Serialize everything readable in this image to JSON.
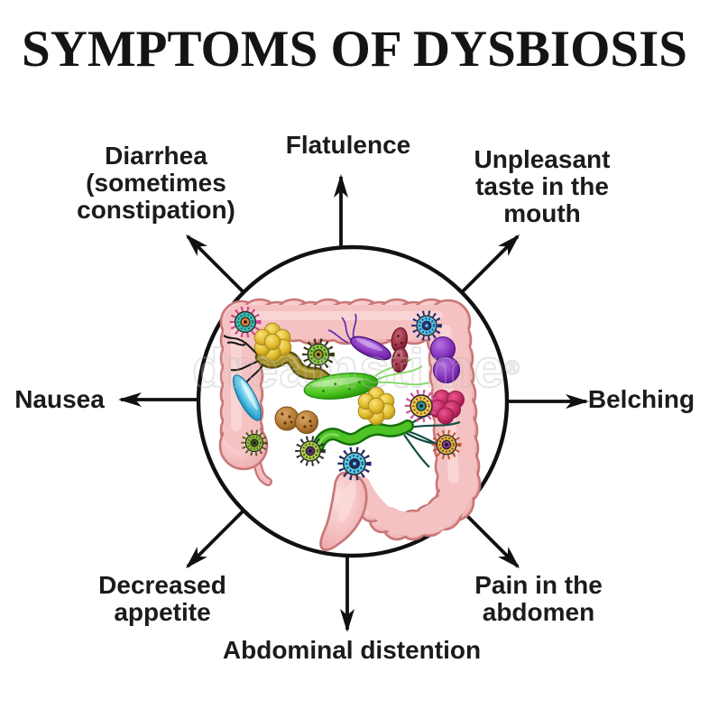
{
  "title": "SYMPTOMS OF DYSBIOSIS",
  "watermark": {
    "text": "dreamstime",
    "symbol": "®"
  },
  "symptoms": {
    "top": "Flatulence",
    "top_left": "Diarrhea\n(sometimes\nconstipation)",
    "top_right": "Unpleasant\ntaste in the\nmouth",
    "left": "Nausea",
    "right": "Belching",
    "bottom_left": "Decreased\nappetite",
    "bottom_right": "Pain in the\nabdomen",
    "bottom": "Abdominal distention"
  },
  "illustration": {
    "organ": "large intestine (colon)",
    "microbe_icons": [
      "virus-icon",
      "staphylococcus-yellow-icon",
      "bacillus-olive-icon",
      "bacterium-purple-flagellate-icon",
      "bacterium-green-ellipse-icon",
      "bacterium-green-curved-flagellate-icon",
      "diplococcus-purple-icon",
      "cocci-pink-cluster-icon",
      "cocci-brown-spotted-icon",
      "diplobacillus-maroon-icon",
      "bacillus-cyan-icon"
    ]
  },
  "colors": {
    "background": "#ffffff",
    "text": "#1b1b1b",
    "arrow": "#111111",
    "colon_fill": "#f5c2c3",
    "colon_outline": "#c97676"
  }
}
